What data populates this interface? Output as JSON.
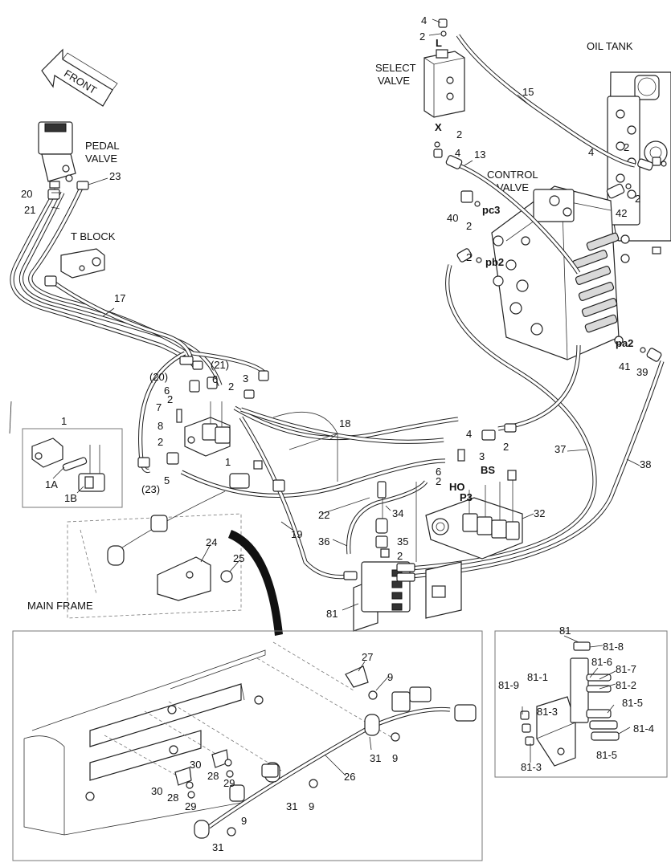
{
  "labels": {
    "front": "FRONT",
    "oil_tank": "OIL TANK",
    "select_valve_1": "SELECT",
    "select_valve_2": "VALVE",
    "pedal_valve_1": "PEDAL",
    "pedal_valve_2": "VALVE",
    "control_valve_1": "CONTROL",
    "control_valve_2": "VALVE",
    "t_block": "T BLOCK",
    "main_frame": "MAIN FRAME"
  },
  "port_labels": {
    "L": "L",
    "X": "X",
    "pc3": "pc3",
    "pb2": "pb2",
    "pa2": "pa2",
    "BS": "BS",
    "HO": "HO",
    "P3": "P3"
  },
  "callouts": {
    "c4a": "4",
    "c2a": "2",
    "c2b": "2",
    "c4b": "4",
    "c13": "13",
    "c15": "15",
    "c4c": "4",
    "c2c": "2",
    "c2d": "2",
    "c42": "42",
    "c40": "40",
    "c2e": "2",
    "c2f": "2",
    "c23": "23",
    "c20": "20",
    "c21": "21",
    "c17": "17",
    "c21p": "(21)",
    "c20p": "(20)",
    "c6a": "6",
    "c6b": "6",
    "c2g": "2",
    "c3a": "3",
    "c7": "7",
    "c2h": "2",
    "c8": "8",
    "c2i": "2",
    "c1a": "1",
    "c5": "5",
    "c23p": "(23)",
    "c18": "18",
    "c1box": "1",
    "c1A": "1A",
    "c1B": "1B",
    "c41": "41",
    "c39": "39",
    "c37": "37",
    "c38": "38",
    "c4d": "4",
    "c2j": "2",
    "c3b": "3",
    "c6c": "6",
    "c2k": "2",
    "c22": "22",
    "c19": "19",
    "c34": "34",
    "c35": "35",
    "c2l": "2",
    "c36": "36",
    "c32": "32",
    "c24": "24",
    "c25": "25",
    "c81a": "81",
    "c27": "27",
    "c9a": "9",
    "c9b": "9",
    "c31a": "31",
    "c26": "26",
    "c30a": "30",
    "c28a": "28",
    "c29a": "29",
    "c30b": "30",
    "c28b": "28",
    "c29b": "29",
    "c31b": "31",
    "c9c": "9",
    "c9d": "9",
    "c31c": "31",
    "c81b": "81",
    "c81_8": "81-8",
    "c81_6": "81-6",
    "c81_7": "81-7",
    "c81_1": "81-1",
    "c81_2": "81-2",
    "c81_9": "81-9",
    "c81_3a": "81-3",
    "c81_5a": "81-5",
    "c81_4": "81-4",
    "c81_5b": "81-5",
    "c81_3b": "81-3"
  }
}
